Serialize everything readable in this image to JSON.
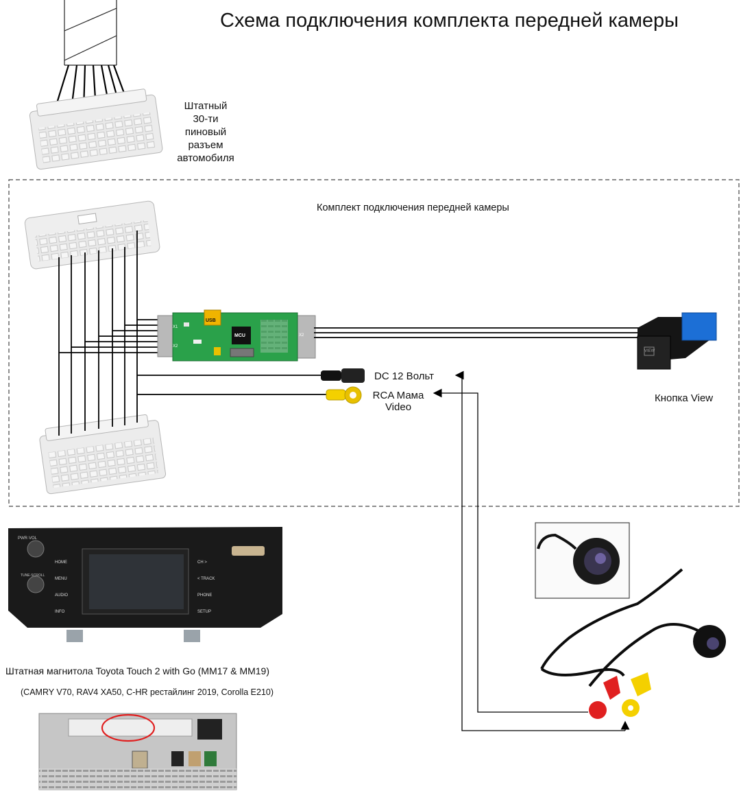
{
  "title": "Схема подключения комплекта передней камеры",
  "car_connector_label": [
    "Штатный",
    "30-ти",
    "пиновый",
    "разъем",
    "автомобиля"
  ],
  "kit_label": "Комплект подключения передней камеры",
  "module": {
    "usb": "USB",
    "mcu": "MCU",
    "x1": "X1",
    "x2_left": "X2",
    "x2_right": "X2"
  },
  "dc_label": "DC 12 Вольт",
  "rca_label": [
    "RCA Мама",
    "Video"
  ],
  "button": {
    "label": "Кнопка View",
    "face": "VIEW"
  },
  "radio": {
    "caption": "Штатная магнитола Toyota Touch 2 with Go (MM17 & MM19)",
    "models": "(CAMRY V70, RAV4 XA50, C-HR рестайлинг 2019, Corolla E210)",
    "left_keys": [
      "HOME",
      "MENU",
      "AUDIO",
      "INFO"
    ],
    "right_keys": [
      "CH >",
      "< TRACK",
      "PHONE",
      "SETUP"
    ],
    "top_left": "PWR·VOL",
    "tune": "TUNE·SCROLL"
  },
  "colors": {
    "pcb": "#2aa14a",
    "usb": "#f0b400",
    "rca_yellow": "#f4d000",
    "rca_red": "#e02020",
    "button_blue": "#1c6fd6",
    "highlight": "#e02020"
  }
}
